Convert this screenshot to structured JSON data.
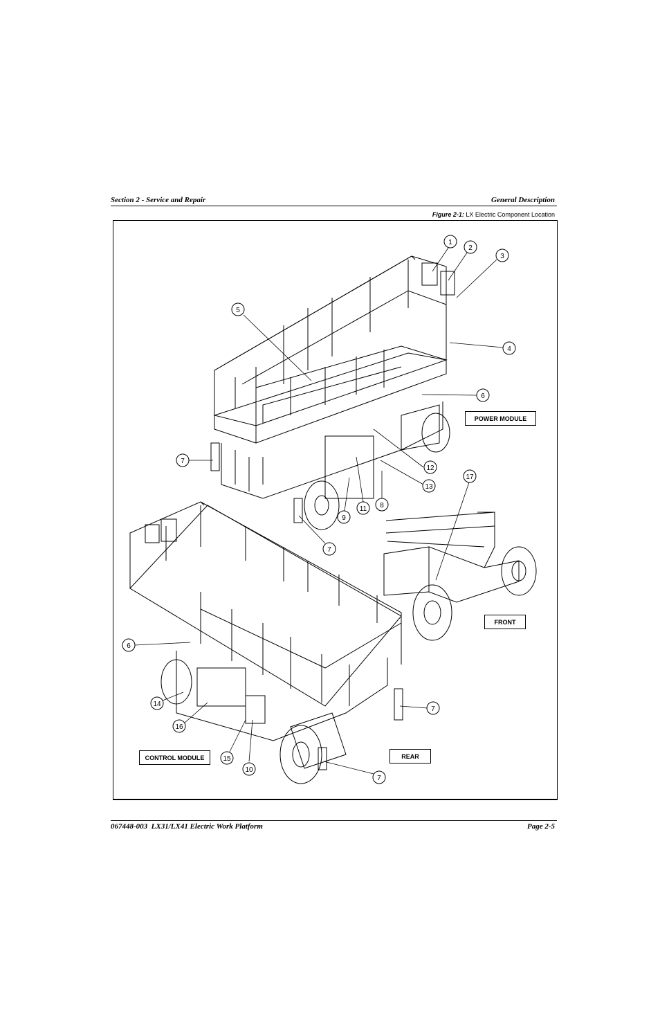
{
  "header": {
    "left": "Section 2 - Service and Repair",
    "right": "General Description"
  },
  "figure": {
    "label": "Figure 2-1:",
    "title": "LX Electric Component Location",
    "module_labels": {
      "power_module": "POWER MODULE",
      "front": "FRONT",
      "control_module": "CONTROL MODULE",
      "rear": "REAR"
    },
    "callouts": [
      "1",
      "2",
      "3",
      "4",
      "5",
      "6",
      "7",
      "7",
      "8",
      "9",
      "11",
      "12",
      "13",
      "17",
      "7",
      "6",
      "14",
      "16",
      "15",
      "10",
      "7"
    ]
  },
  "footer": {
    "left": "067448-003  LX31/LX41 Electric Work Platform",
    "right": "Page 2-5"
  }
}
